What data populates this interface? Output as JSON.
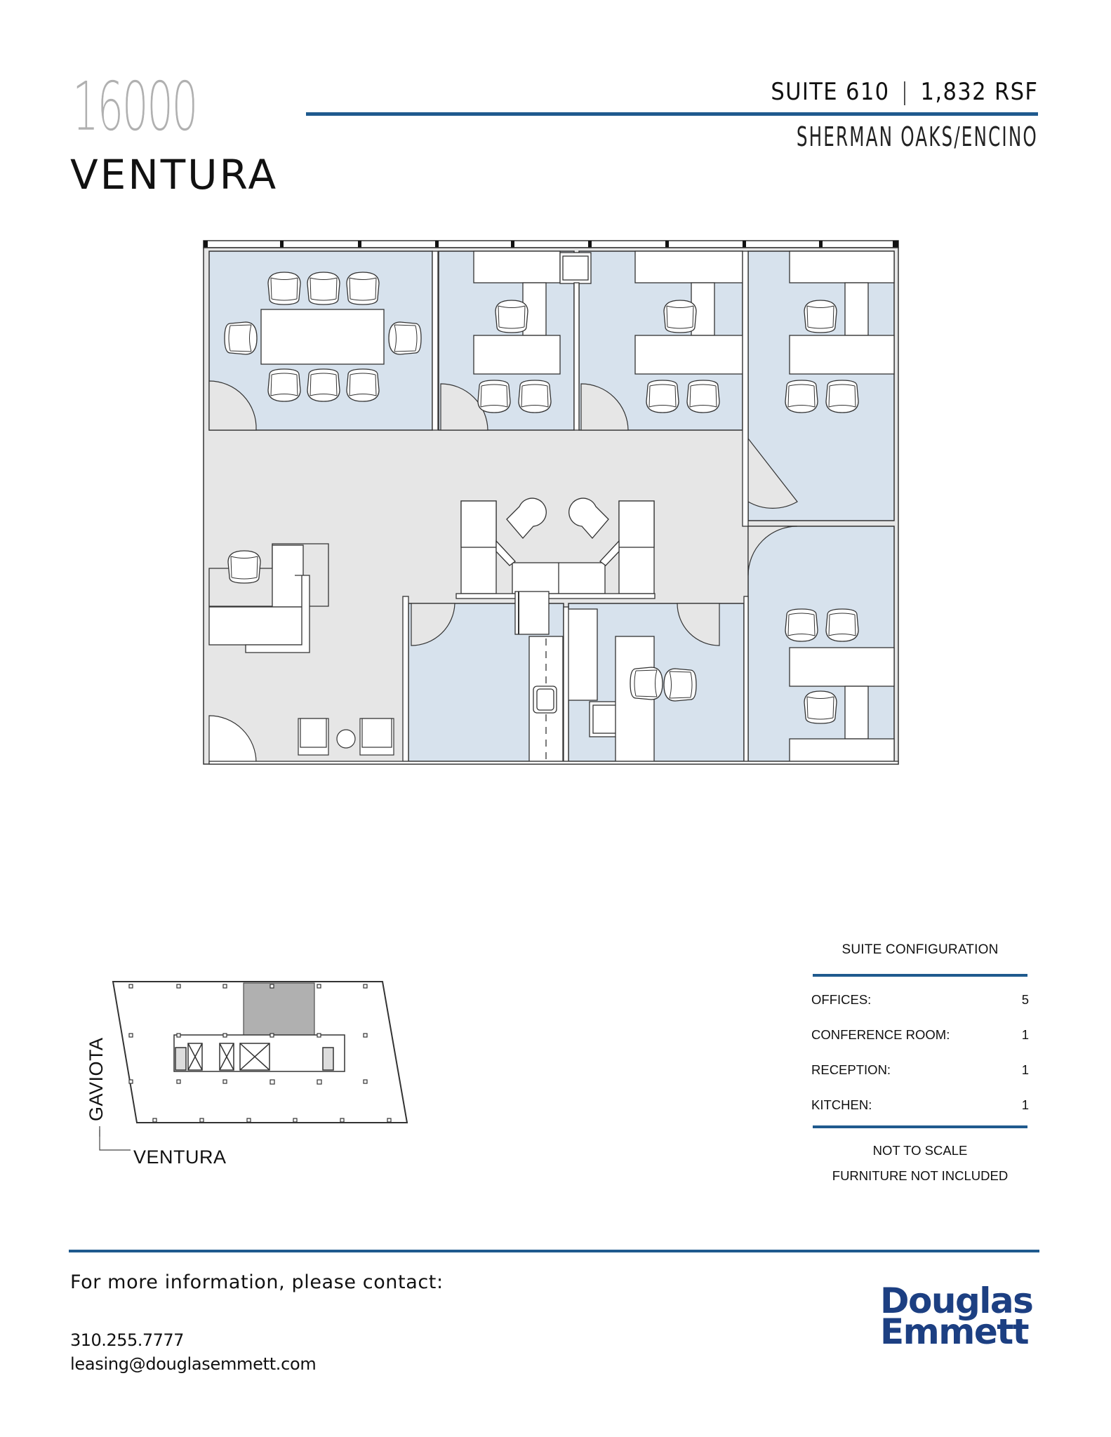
{
  "header": {
    "building_number": "16000",
    "building_street": "VENTURA",
    "suite": "SUITE 610",
    "separator": "|",
    "area": "1,832 RSF",
    "submarket": "SHERMAN OAKS/ENCINO"
  },
  "floor_plan": {
    "colors": {
      "office_fill": "#d7e2ed",
      "common_fill": "#e6e6e6",
      "furniture_fill": "#ffffff",
      "line": "#333333"
    },
    "rooms": [
      {
        "name": "conference-room",
        "type": "conference",
        "seats": 8
      },
      {
        "name": "office-1",
        "type": "office"
      },
      {
        "name": "office-2",
        "type": "office"
      },
      {
        "name": "office-3",
        "type": "office"
      },
      {
        "name": "office-4",
        "type": "office"
      },
      {
        "name": "office-5",
        "type": "office"
      },
      {
        "name": "kitchen",
        "type": "kitchen"
      },
      {
        "name": "reception",
        "type": "reception"
      }
    ]
  },
  "key_plan": {
    "street_vertical": "GAVIOTA",
    "street_horizontal": "VENTURA",
    "highlight_color": "#b0b0b0"
  },
  "suite_configuration": {
    "title": "SUITE CONFIGURATION",
    "rows": [
      {
        "label": "OFFICES:",
        "value": "5"
      },
      {
        "label": "CONFERENCE ROOM:",
        "value": "1"
      },
      {
        "label": "RECEPTION:",
        "value": "1"
      },
      {
        "label": "KITCHEN:",
        "value": "1"
      }
    ],
    "notes": [
      "NOT TO SCALE",
      "FURNITURE NOT INCLUDED"
    ]
  },
  "footer": {
    "contact_heading": "For more information, please contact:",
    "phone": "310.255.7777",
    "email": "leasing@douglasemmett.com",
    "logo_line1": "Douglas",
    "logo_line2": "Emmett",
    "brand_color": "#1c3f82",
    "rule_color": "#1f5a8e"
  }
}
